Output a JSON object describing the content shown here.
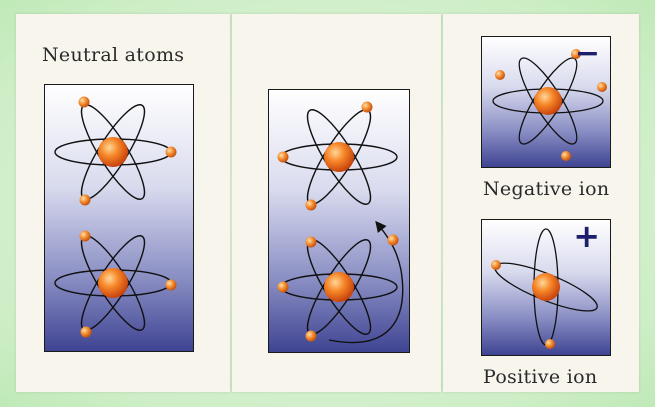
{
  "labels": {
    "neutral": "Neutral atoms",
    "negative": "Negative ion",
    "positive": "Positive ion"
  },
  "signs": {
    "negative": "−",
    "positive": "+"
  },
  "colors": {
    "background": "#c9f0c3",
    "panel": "#f7f5ec",
    "nucleus": "#f26a1b",
    "electron": "#f08a2c",
    "box_gradient_bottom": "#3f4493",
    "sign": "#1c1f6b"
  }
}
